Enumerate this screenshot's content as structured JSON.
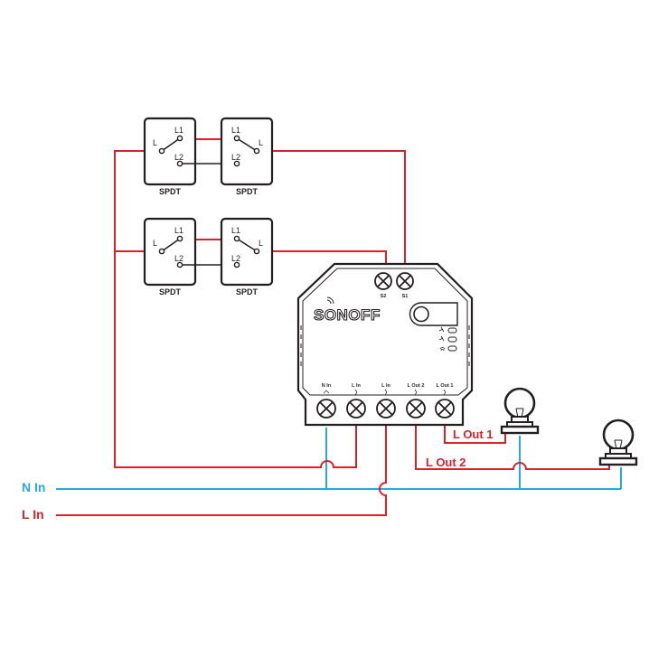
{
  "switches": [
    {
      "l1": "L1",
      "l2": "L2",
      "l": "L",
      "caption": "SPDT"
    },
    {
      "l1": "L1",
      "l2": "L2",
      "l": "L",
      "caption": "SPDT"
    },
    {
      "l1": "L1",
      "l2": "L2",
      "l": "L",
      "caption": "SPDT"
    },
    {
      "l1": "L1",
      "l2": "L2",
      "l": "L",
      "caption": "SPDT"
    }
  ],
  "device": {
    "brand": "SONOFF",
    "top_terminals": [
      "S2",
      "S1"
    ],
    "bottom_terminals": [
      "N In",
      "L In",
      "L In",
      "L Out 2",
      "L Out 1"
    ]
  },
  "wire_labels": {
    "n_in": "N In",
    "l_in": "L In",
    "l_out_1": "L Out 1",
    "l_out_2": "L Out 2"
  },
  "colors": {
    "live_wire": "#d8232a",
    "neutral_wire": "#29a8e0",
    "outline": "#231f20"
  }
}
